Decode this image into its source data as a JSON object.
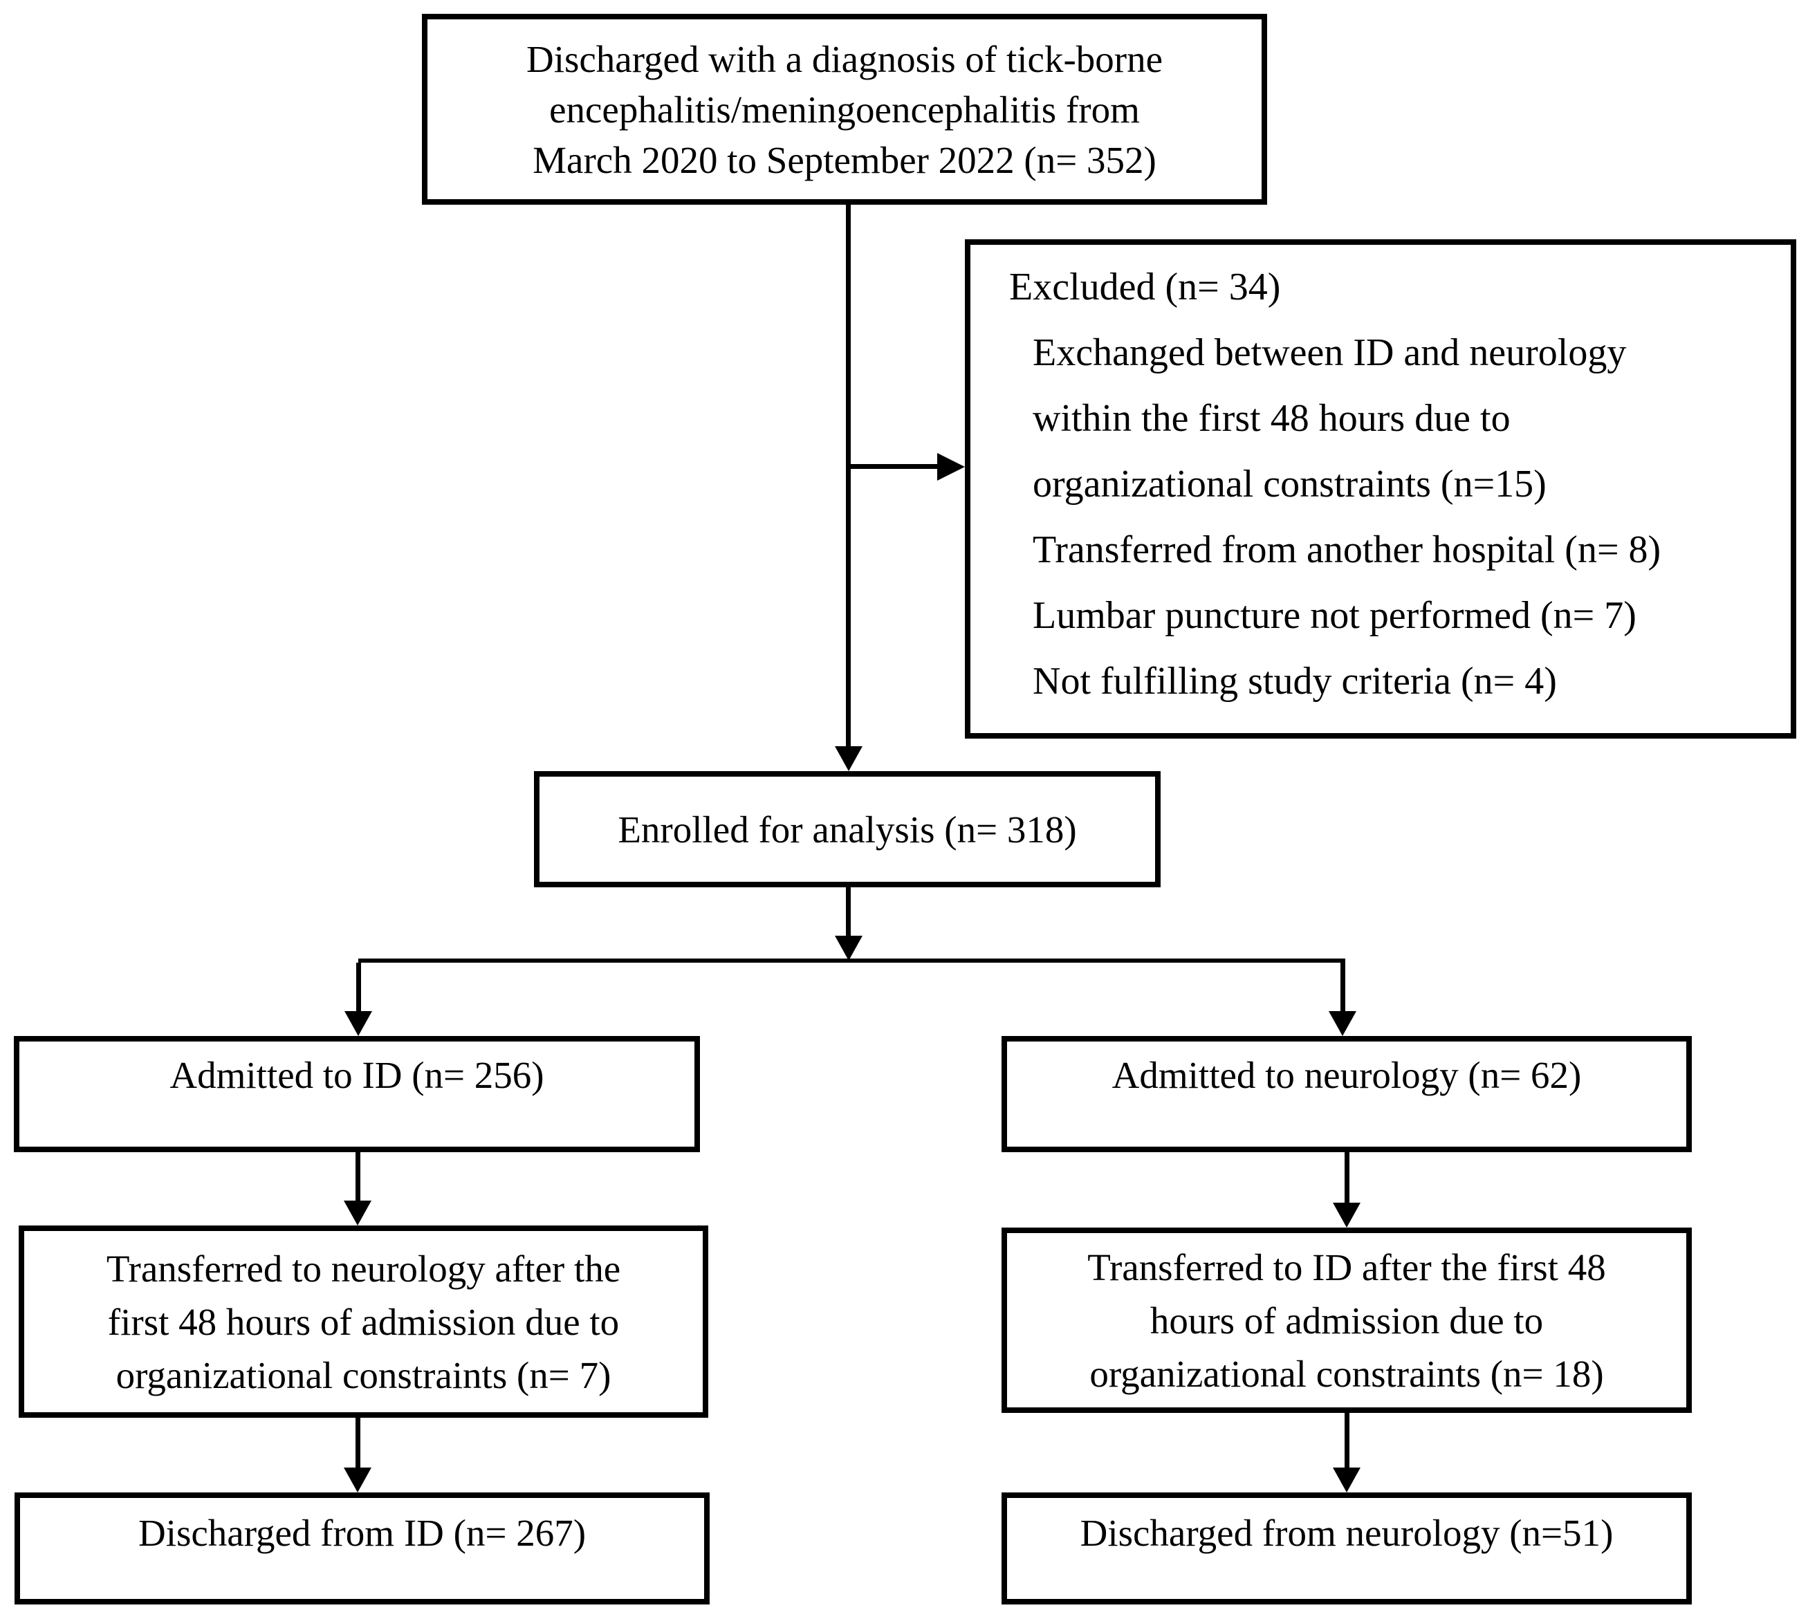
{
  "figure": {
    "type": "flowchart",
    "background_color": "#ffffff",
    "line_color": "#000000",
    "text_color": "#000000"
  },
  "flowchart": {
    "top_box": {
      "lines": [
        "Discharged with a diagnosis of tick-borne",
        "encephalitis/meningoencephalitis from",
        "March 2020 to September 2022 (n= 352)"
      ]
    },
    "excluded_box": {
      "title": "Excluded (n= 34)",
      "lines": [
        "Exchanged between ID and neurology",
        "within the first 48 hours due to",
        "organizational constraints (n=15)",
        "Transferred from another hospital (n= 8)",
        "Lumbar puncture not performed (n= 7)",
        "Not fulfilling study criteria (n= 4)"
      ]
    },
    "enrolled_box": {
      "text": "Enrolled for analysis (n= 318)"
    },
    "admitted_id_box": {
      "text": "Admitted to ID (n= 256)"
    },
    "admitted_neurology_box": {
      "text": "Admitted to neurology (n= 62)"
    },
    "transferred_to_neurology_box": {
      "lines": [
        "Transferred to neurology after the",
        "first 48 hours of admission due to",
        "organizational constraints (n= 7)"
      ]
    },
    "transferred_to_id_box": {
      "lines": [
        "Transferred to ID after the first 48",
        "hours of admission due to",
        "organizational constraints (n= 18)"
      ]
    },
    "discharged_id_box": {
      "text": "Discharged from ID (n= 267)"
    },
    "discharged_neurology_box": {
      "text": "Discharged from neurology (n=51)"
    }
  }
}
